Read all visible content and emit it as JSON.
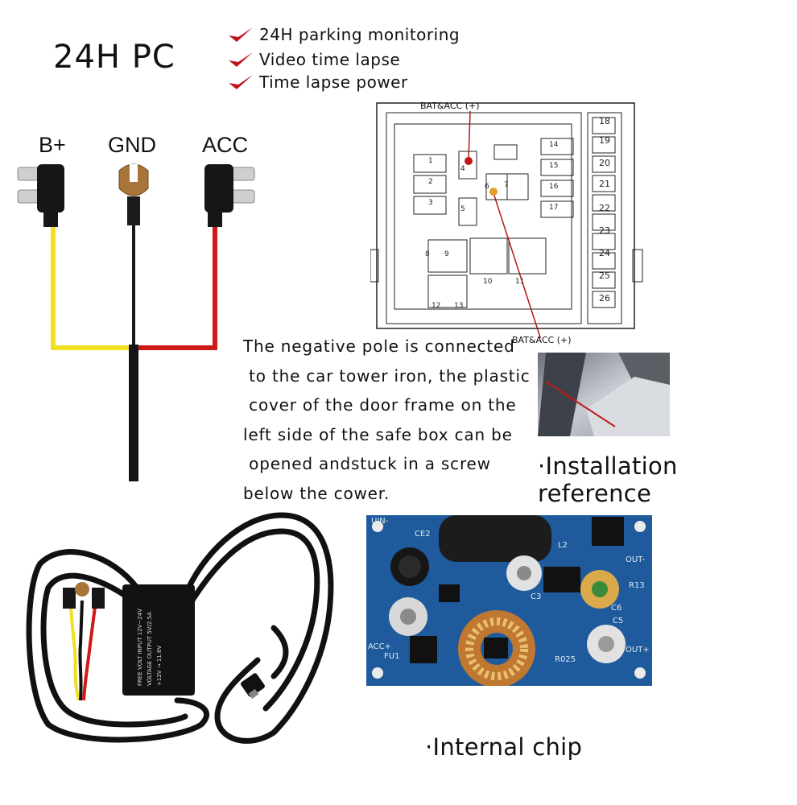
{
  "title": "24H PC",
  "features": [
    "24H parking monitoring",
    "Video time lapse",
    "Time lapse power"
  ],
  "wires": {
    "b_plus": "B+",
    "gnd": "GND",
    "acc": "ACC"
  },
  "fusebox": {
    "label_top": "BAT&ACC (+)",
    "label_bottom": "BAT&ACC (+)",
    "fuse_numbers": [
      "1",
      "2",
      "3",
      "4",
      "5",
      "6",
      "7",
      "8",
      "9",
      "10",
      "11",
      "12",
      "13",
      "14",
      "15",
      "16",
      "17",
      "18",
      "19",
      "20",
      "21",
      "22",
      "23",
      "24",
      "25",
      "26"
    ]
  },
  "description_lines": [
    "The negative pole is connected",
    " to the car tower iron, the plastic",
    " cover of the door frame on the",
    "left side of the safe box can be",
    " opened andstuck in a screw",
    "below the cower."
  ],
  "installation_reference": "·Installation reference",
  "internal_chip": "·Internal chip",
  "board": {
    "uin": "UIN-",
    "ce2": "CE2",
    "l2": "L2",
    "out_minus": "OUT-",
    "out_plus": "OUT+",
    "acc_plus": "ACC+",
    "fu1": "FU1",
    "c3": "C3",
    "c5": "C5",
    "c6": "C6",
    "r13": "R13",
    "r025": "R025"
  },
  "module_text": {
    "line1": "FREE VOLT INPUT  12V~24V",
    "line2": "VOLTAGE OUTPUT 5V/2.5A",
    "line3": "+12V  →  11.6V"
  },
  "colors": {
    "red": "#d01818",
    "yellow": "#f0e020",
    "black": "#111111",
    "board_blue": "#1f5b9c",
    "check_red": "#c0141a"
  }
}
